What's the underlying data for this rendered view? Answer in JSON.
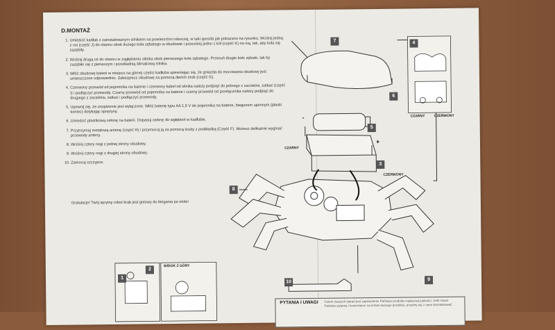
{
  "heading": "D.MONTAŻ",
  "steps": [
    "Umieścić kadłub z zainstalowanym silnikiem na powierzchni roboczej, w taki sposób jak pokazano na rysunku. Wciśnij jedną z osi (część J) do otworu obok dużego koła zębatego w obudowie i przeciśnij jedno z kół (część K) na nią, tak, aby koła się zazębiły.",
    "Wciśnij drugą oś do otworu w zagłębieniu silnika obok pierwszego koła zębatego. Przesuń drugie koło zębate, tak by zazębiło się z pierwszym i przekładnią ślimakową silnika.",
    "Włóż obudowę baterii w miejscu na górnej części kadłuba upewniając się, że gniazda do mocowania obudowy jest umieszczone odpowiednio. Zabezpiecz obudowę za pomocą dwóch śrub (część G).",
    "Czerwony przewód od pojemnika na baterie i czerwony kabel od silnika należy podpiąć do jednego z zacisków, zatkać (część I) i podłączyć przewody. Czarny przewód od pojemnika na baterie i czarny przewód od przełącznika należy podpiąć do drugiego z zacisków, zatkać i podłączyć przewody.",
    "Upewnij się, że urządzenie jest wyłączone. Włóż baterię typu AA 1,5 V do pojemnika na baterie, biegunem ujemnym (płaski koniec) dotykając sprężyny.",
    "Umieścić plastikową osłonę na baterii. Dopasuj osłonę do wgłębień w kadłubie.",
    "Przytrzymaj metalową antenę (część H) i przymocuj ją za pomocą śruby z podkładką (Część F). Możesz delikatnie wyginać przewody anteny.",
    "Wciśnij cztery nogi z jednej strony obudowy.",
    "Wciśnij cztery nogi z drugiej strony obudowy.",
    "Zamocuj szczypce."
  ],
  "congrats": "Gratulacje! Twój sprytny robot krab jest gotowy do biegania po stole!",
  "diagram": {
    "labels": {
      "black_main": "CZARNY",
      "red_main": "CZERWONY",
      "black_inset": "CZARNY",
      "red_inset": "CZERWONY",
      "top_view": "WIDOK Z GÓRY",
      "plus": "+",
      "minus": "-"
    },
    "numbers": [
      "7",
      "6",
      "5",
      "3",
      "8",
      "4",
      "10",
      "9",
      "2",
      "1"
    ]
  },
  "faq": {
    "title": "PYTANIA I UWAGI",
    "text": "Celem naszych starań jest zapewnienie Państwu produktu najwyższej jakości. Jeśli macie Państwo pytania i komentarze na temat naszego produktu, prosimy się z nami skontaktować."
  },
  "colors": {
    "paper": "#eceae4",
    "ink": "#333333",
    "table": "#8a5b3c"
  }
}
